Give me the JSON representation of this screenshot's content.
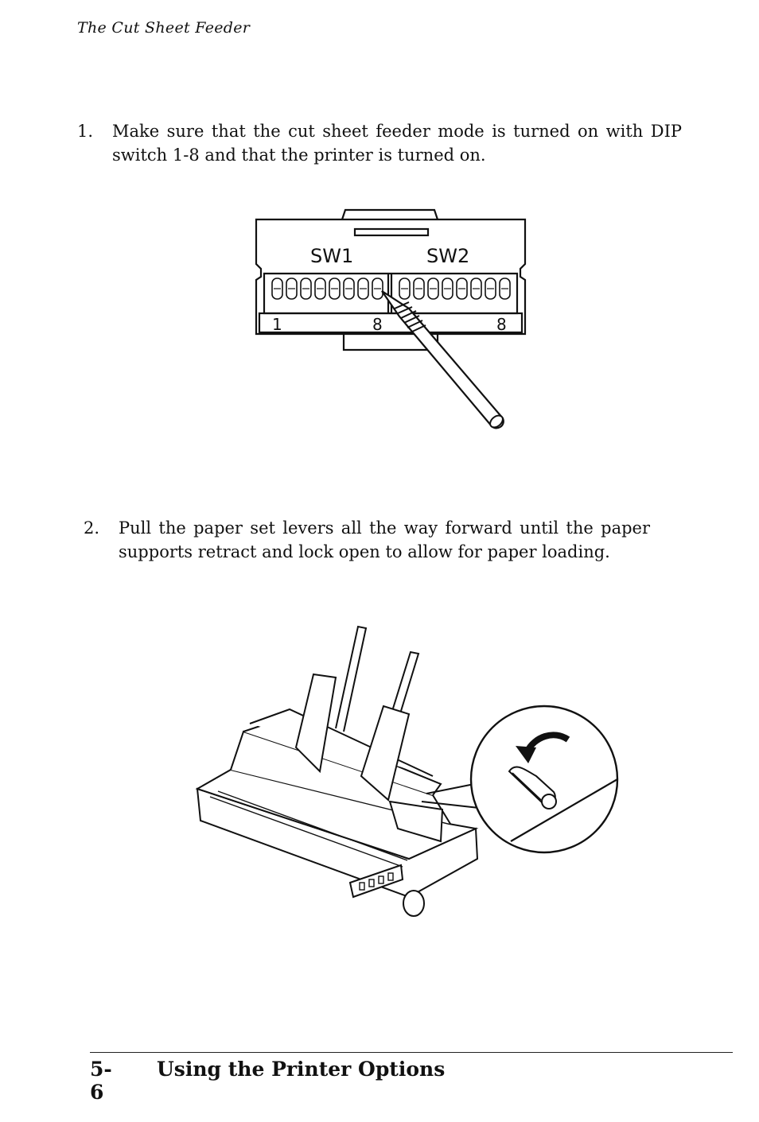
{
  "header": {
    "running_title": "The Cut Sheet Feeder"
  },
  "steps": [
    {
      "number": "1.",
      "text": "Make sure that the cut sheet feeder mode is turned on with DIP switch 1-8 and that the printer is turned on."
    },
    {
      "number": "2.",
      "text": "Pull the paper set levers all the way forward until the paper supports retract and lock open to allow for paper loading."
    }
  ],
  "figure_dip": {
    "sw1_label": "SW1",
    "sw2_label": "SW2",
    "sw1_first": "1",
    "sw1_last": "8",
    "sw2_last": "8"
  },
  "footer": {
    "page_number": "5-6",
    "section_title": "Using the Printer Options"
  }
}
